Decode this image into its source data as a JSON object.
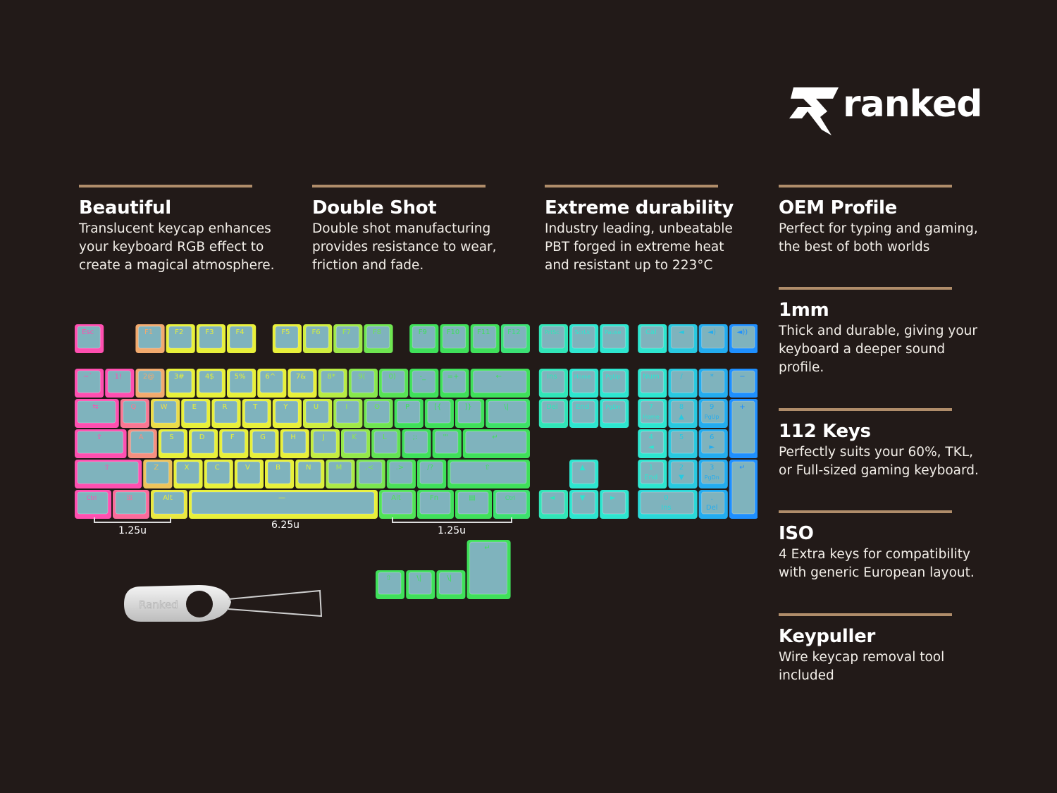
{
  "brand": {
    "name": "ranked",
    "logo_icon": "ranked-r-logo-icon"
  },
  "features": [
    {
      "title": "Beautiful",
      "lines": [
        "Translucent keycap enhances",
        "your keyboard RGB effect to",
        "create a magical atmosphere."
      ]
    },
    {
      "title": "Double Shot",
      "lines": [
        "Double shot manufacturing",
        "provides resistance to wear,",
        "friction and fade."
      ]
    },
    {
      "title": "Extreme durability",
      "lines": [
        "Industry leading, unbeatable",
        "PBT forged in extreme heat",
        "and resistant up to 223°C"
      ]
    },
    {
      "title": "OEM Profile",
      "lines": [
        "Perfect for typing and gaming,",
        "the best of both worlds"
      ]
    },
    {
      "title": "1mm",
      "lines": [
        "Thick and durable, giving your",
        "keyboard a deeper sound",
        "profile."
      ]
    },
    {
      "title": "112 Keys",
      "lines": [
        "Perfectly suits your 60%, TKL,",
        "or Full-sized gaming keyboard."
      ]
    },
    {
      "title": "ISO",
      "lines": [
        "4 Extra keys for compatibility",
        "with generic European layout."
      ]
    },
    {
      "title": "Keypuller",
      "lines": [
        "Wire keycap removal tool",
        "included"
      ]
    }
  ],
  "size_labels": {
    "left": "1.25u",
    "space": "6.25u",
    "right": "1.25u"
  },
  "keypuller": {
    "label": "Ranked"
  },
  "colors": {
    "background": "#221a18",
    "rule": "#b08d6a",
    "keycap": "#7fb3bd",
    "glow_pink": "#ff4fb0",
    "glow_yellow": "#e8f03a",
    "glow_green": "#3fe05a",
    "glow_cyan": "#2ee6d0",
    "glow_blue": "#1e8fff"
  },
  "keyboard": {
    "rows": [
      [
        {
          "l": "Esc",
          "x": 0
        },
        {
          "l": "F1",
          "x": 2
        },
        {
          "l": "F2",
          "x": 3
        },
        {
          "l": "F3",
          "x": 4
        },
        {
          "l": "F4",
          "x": 5
        },
        {
          "l": "F5",
          "x": 6.5
        },
        {
          "l": "F6",
          "x": 7.5
        },
        {
          "l": "F7",
          "x": 8.5
        },
        {
          "l": "F8",
          "x": 9.5
        },
        {
          "l": "F9",
          "x": 11
        },
        {
          "l": "F10",
          "x": 12
        },
        {
          "l": "F11",
          "x": 13
        },
        {
          "l": "F12",
          "x": 14
        },
        {
          "l": "PrtSc",
          "x": 15.25
        },
        {
          "l": "ScrLk",
          "x": 16.25
        },
        {
          "l": "Pause",
          "x": 17.25
        },
        {
          "l": "Cal",
          "x": 18.5
        },
        {
          "l": "◄",
          "x": 19.5
        },
        {
          "l": "◄)",
          "x": 20.5
        },
        {
          "l": "◄))",
          "x": 21.5
        }
      ],
      [
        {
          "l": "~`",
          "x": 0
        },
        {
          "l": "1!",
          "x": 1
        },
        {
          "l": "2@",
          "x": 2
        },
        {
          "l": "3#",
          "x": 3
        },
        {
          "l": "4$",
          "x": 4
        },
        {
          "l": "5%",
          "x": 5
        },
        {
          "l": "6^",
          "x": 6
        },
        {
          "l": "7&",
          "x": 7
        },
        {
          "l": "8*",
          "x": 8
        },
        {
          "l": "9(",
          "x": 9
        },
        {
          "l": "0)",
          "x": 10
        },
        {
          "l": "-_",
          "x": 11
        },
        {
          "l": "=+",
          "x": 12
        },
        {
          "l": "←",
          "x": 13,
          "w": 2
        },
        {
          "l": "Ins",
          "x": 15.25
        },
        {
          "l": "Home",
          "x": 16.25
        },
        {
          "l": "PgUp",
          "x": 17.25
        },
        {
          "l": "Num",
          "x": 18.5
        },
        {
          "l": "/",
          "x": 19.5
        },
        {
          "l": "*",
          "x": 20.5
        },
        {
          "l": "−",
          "x": 21.5
        }
      ],
      [
        {
          "l": "⇆",
          "x": 0,
          "w": 1.5
        },
        {
          "l": "Q",
          "x": 1.5
        },
        {
          "l": "W",
          "x": 2.5
        },
        {
          "l": "E",
          "x": 3.5
        },
        {
          "l": "R",
          "x": 4.5
        },
        {
          "l": "T",
          "x": 5.5
        },
        {
          "l": "Y",
          "x": 6.5
        },
        {
          "l": "U",
          "x": 7.5
        },
        {
          "l": "I",
          "x": 8.5
        },
        {
          "l": "O",
          "x": 9.5
        },
        {
          "l": "P",
          "x": 10.5
        },
        {
          "l": "[{",
          "x": 11.5
        },
        {
          "l": "]}",
          "x": 12.5
        },
        {
          "l": "\\|",
          "x": 13.5,
          "w": 1.5
        },
        {
          "l": "Del",
          "x": 15.25
        },
        {
          "l": "End",
          "x": 16.25
        },
        {
          "l": "PgDn",
          "x": 17.25
        },
        {
          "l": "7 Home",
          "x": 18.5
        },
        {
          "l": "8 ▲",
          "x": 19.5
        },
        {
          "l": "9 PgUp",
          "x": 20.5
        },
        {
          "l": "+",
          "x": 21.5,
          "h": 2
        }
      ],
      [
        {
          "l": "⇪",
          "x": 0,
          "w": 1.75
        },
        {
          "l": "A",
          "x": 1.75
        },
        {
          "l": "S",
          "x": 2.75
        },
        {
          "l": "D",
          "x": 3.75
        },
        {
          "l": "F",
          "x": 4.75
        },
        {
          "l": "G",
          "x": 5.75
        },
        {
          "l": "H",
          "x": 6.75
        },
        {
          "l": "J",
          "x": 7.75
        },
        {
          "l": "K",
          "x": 8.75
        },
        {
          "l": "L",
          "x": 9.75
        },
        {
          "l": ";:",
          "x": 10.75
        },
        {
          "l": "'\"",
          "x": 11.75
        },
        {
          "l": "↵",
          "x": 12.75,
          "w": 2.25
        },
        {
          "l": "4 ◄",
          "x": 18.5
        },
        {
          "l": "5",
          "x": 19.5
        },
        {
          "l": "6 ►",
          "x": 20.5
        }
      ],
      [
        {
          "l": "⇧",
          "x": 0,
          "w": 2.25
        },
        {
          "l": "Z",
          "x": 2.25
        },
        {
          "l": "X",
          "x": 3.25
        },
        {
          "l": "C",
          "x": 4.25
        },
        {
          "l": "V",
          "x": 5.25
        },
        {
          "l": "B",
          "x": 6.25
        },
        {
          "l": "N",
          "x": 7.25
        },
        {
          "l": "M",
          "x": 8.25
        },
        {
          "l": ",<",
          "x": 9.25
        },
        {
          "l": ".>",
          "x": 10.25
        },
        {
          "l": "/?",
          "x": 11.25
        },
        {
          "l": "⇧",
          "x": 12.25,
          "w": 2.75
        },
        {
          "l": "▲",
          "x": 16.25
        },
        {
          "l": "1 End",
          "x": 18.5
        },
        {
          "l": "2 ▼",
          "x": 19.5
        },
        {
          "l": "3 PgDn",
          "x": 20.5
        },
        {
          "l": "↵",
          "x": 21.5,
          "h": 2
        }
      ],
      [
        {
          "l": "Ctrl",
          "x": 0,
          "w": 1.25
        },
        {
          "l": "⊞",
          "x": 1.25,
          "w": 1.25
        },
        {
          "l": "Alt",
          "x": 2.5,
          "w": 1.25
        },
        {
          "l": "—",
          "x": 3.75,
          "w": 6.25
        },
        {
          "l": "Alt",
          "x": 10,
          "w": 1.25
        },
        {
          "l": "Fn",
          "x": 11.25,
          "w": 1.25
        },
        {
          "l": "▤",
          "x": 12.5,
          "w": 1.25
        },
        {
          "l": "Ctrl",
          "x": 13.75,
          "w": 1.25
        },
        {
          "l": "◄",
          "x": 15.25
        },
        {
          "l": "▼",
          "x": 16.25
        },
        {
          "l": "►",
          "x": 17.25
        },
        {
          "l": "0 Ins",
          "x": 18.5,
          "w": 2
        },
        {
          "l": ". Del",
          "x": 20.5
        }
      ]
    ],
    "iso_keys": [
      {
        "l": "⇧",
        "x": 10
      },
      {
        "l": "\\|",
        "x": 11
      },
      {
        "l": "\\|",
        "x": 12
      },
      {
        "l": "↵",
        "x": 13,
        "tall": true
      }
    ]
  }
}
